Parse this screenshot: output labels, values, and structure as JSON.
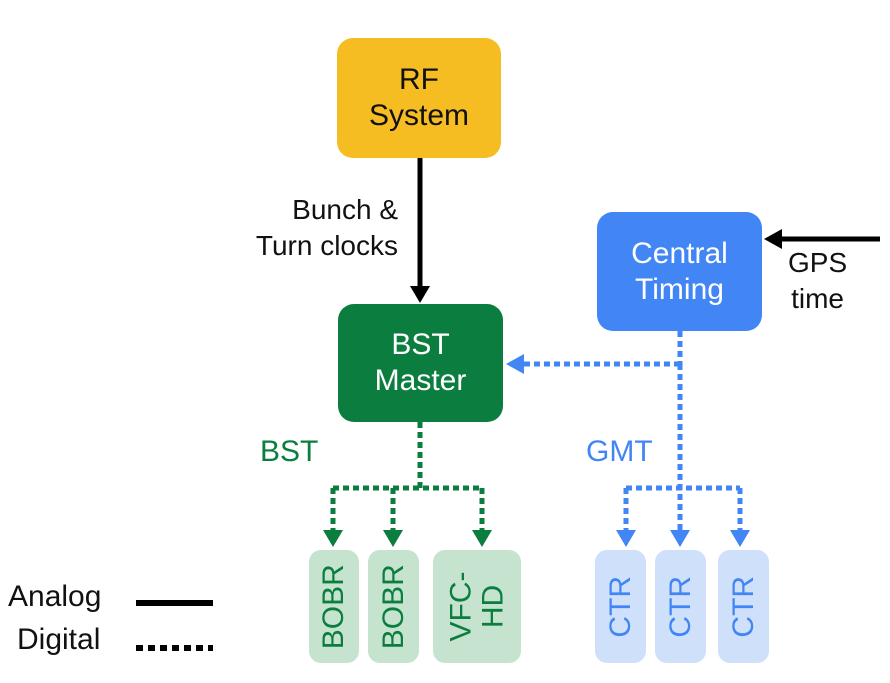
{
  "nodes": {
    "rf_system": {
      "label": "RF\nSystem",
      "color": "#f6bd22"
    },
    "central_timing": {
      "label": "Central\nTiming",
      "color": "#4285f4"
    },
    "bst_master": {
      "label": "BST\nMaster",
      "color": "#0b7d3e"
    }
  },
  "devices": {
    "bst": [
      {
        "label": "BOBR"
      },
      {
        "label": "BOBR"
      },
      {
        "label": "VFC-\nHD"
      }
    ],
    "gmt": [
      {
        "label": "CTR"
      },
      {
        "label": "CTR"
      },
      {
        "label": "CTR"
      }
    ]
  },
  "edge_labels": {
    "clocks": "Bunch &\nTurn clocks",
    "gps": "GPS\ntime",
    "bst_bus": "BST",
    "gmt_bus": "GMT"
  },
  "legend": {
    "analog": "Analog",
    "digital": "Digital"
  },
  "colors": {
    "analog_line": "#000000",
    "bst_line": "#0b7d3e",
    "gmt_line": "#4285f4"
  }
}
